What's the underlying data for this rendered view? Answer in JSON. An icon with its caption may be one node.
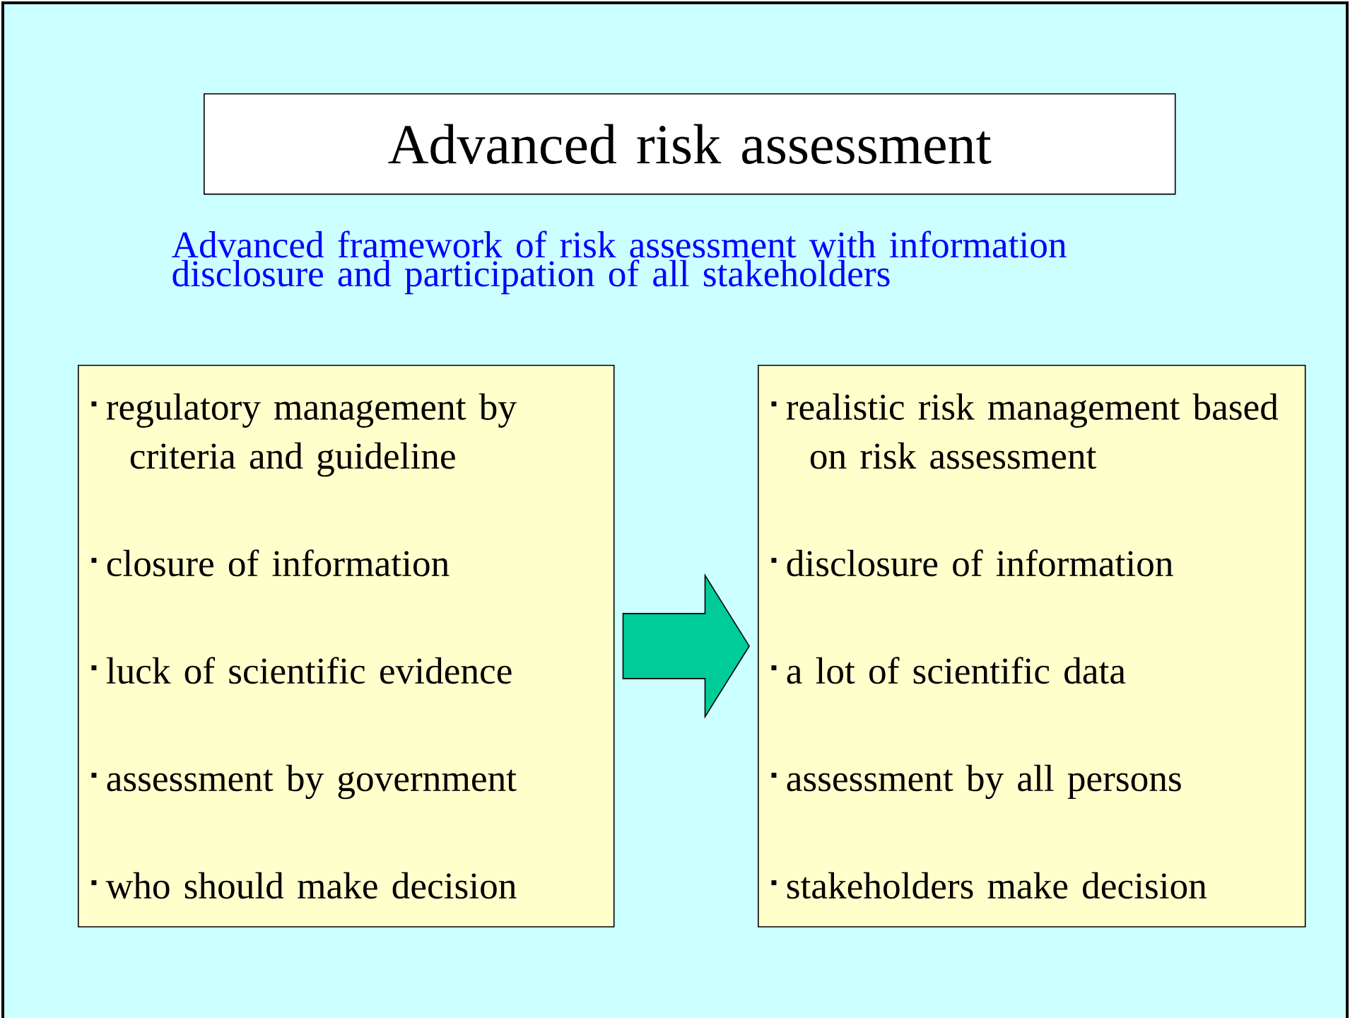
{
  "diagram": {
    "nodes": [
      {
        "text": [
          "Advanced risk assessment"
        ]
      },
      {
        "text": [
          "regulatory management by criteria and guideline",
          "closure of information",
          "luck of scientific evidence",
          "assessment by government",
          "who should make decision"
        ]
      },
      {
        "text": [
          "realistic risk management based on risk assessment",
          "disclosure of information",
          "a lot of scientific data",
          "assessment by all persons",
          "stakeholders make decision"
        ]
      }
    ],
    "edges": [
      {
        "from": 1,
        "to": 2,
        "arrow": "to",
        "color": "#00cc99"
      }
    ],
    "labels": [
      "Advanced framework of risk assessment with information disclosure and participation of all stakeholders"
    ]
  }
}
